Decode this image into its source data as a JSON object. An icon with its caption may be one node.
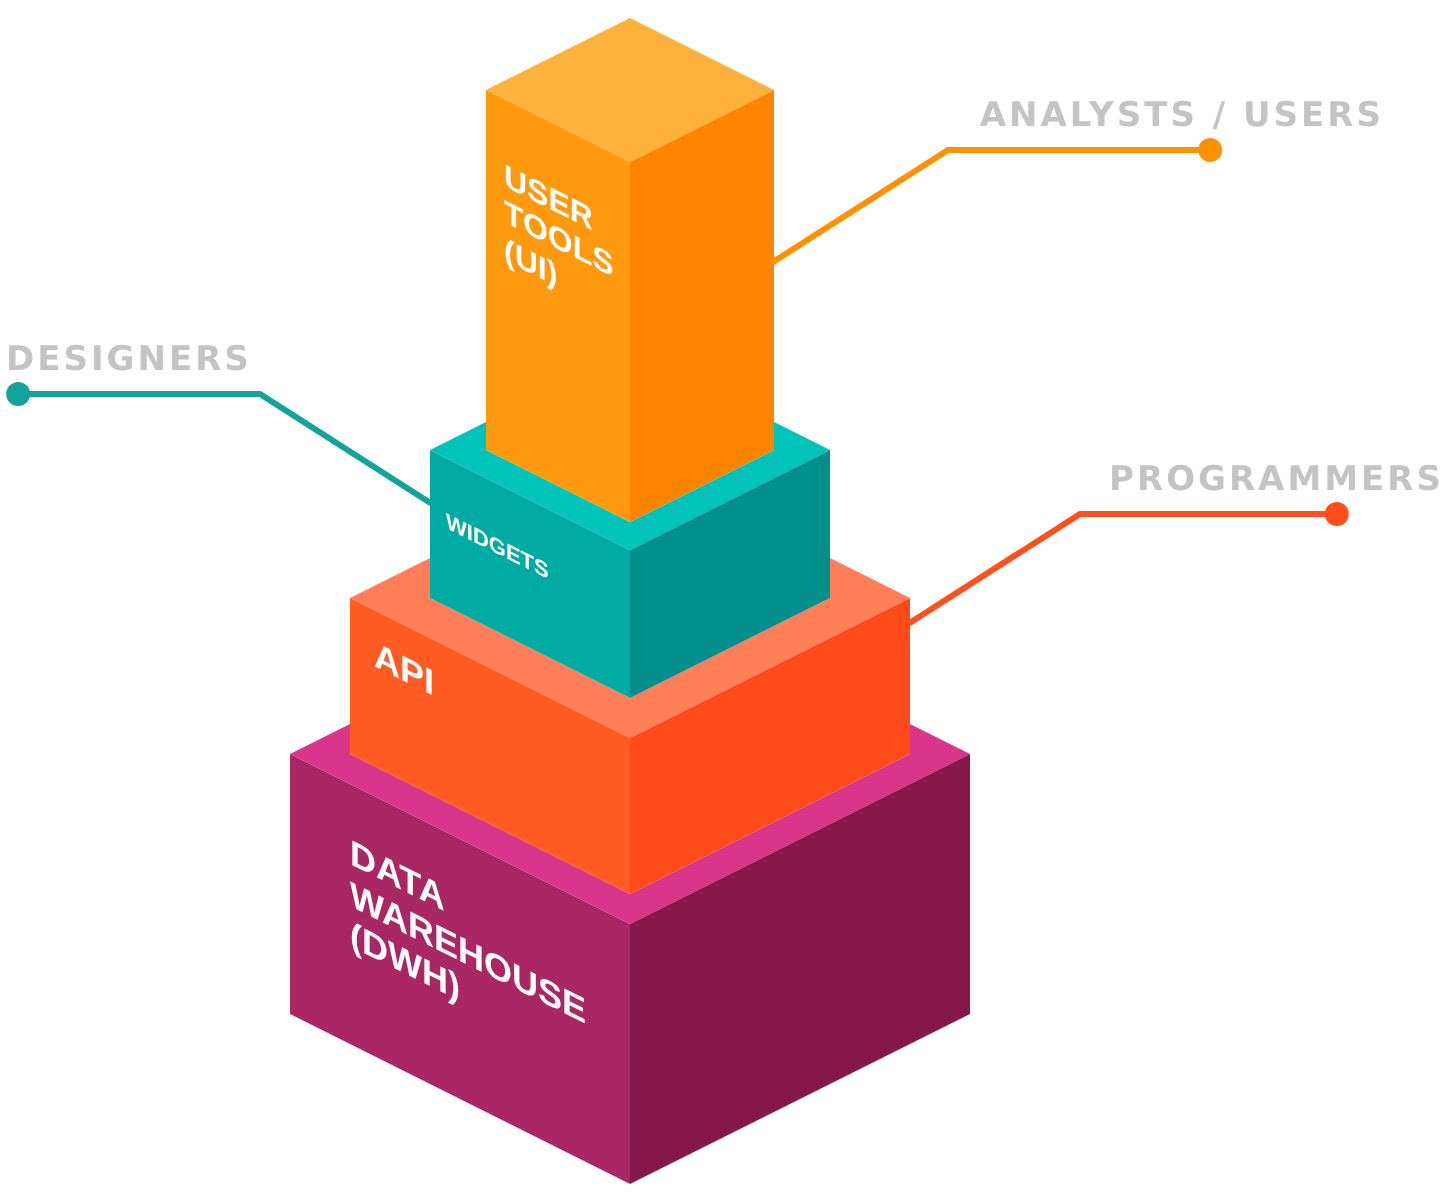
{
  "diagram": {
    "nodes": [
      {
        "text": [
          "USER TOOLS (UI)"
        ]
      },
      {
        "text": [
          "ANALYSTS / USERS"
        ]
      },
      {
        "text": [
          "DESIGNERS"
        ]
      },
      {
        "text": [
          "WIDGETS"
        ]
      },
      {
        "text": [
          "PROGRAMMERS"
        ]
      },
      {
        "text": [
          "API"
        ]
      },
      {
        "text": [
          "DATA WAREHOUSE (DWH)"
        ]
      }
    ],
    "edges": [
      {
        "from": 1,
        "to": 0,
        "arrow": "other",
        "color": "#ff9100"
      },
      {
        "from": 2,
        "to": 3,
        "arrow": "other",
        "color": "#13a39c"
      },
      {
        "from": 4,
        "to": 5,
        "arrow": "other",
        "color": "#ff4f1a"
      }
    ]
  }
}
